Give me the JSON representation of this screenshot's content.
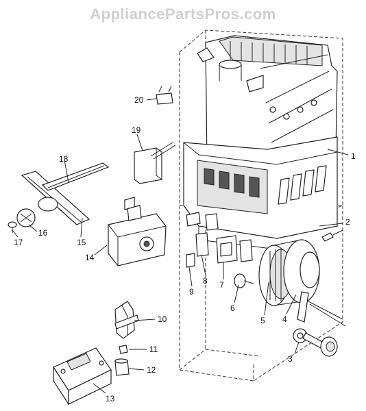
{
  "watermark": "AppliancePartsPros.com",
  "callouts": [
    {
      "number": "1"
    },
    {
      "number": "2"
    },
    {
      "number": "3"
    },
    {
      "number": "4"
    },
    {
      "number": "5"
    },
    {
      "number": "6"
    },
    {
      "number": "7"
    },
    {
      "number": "8"
    },
    {
      "number": "9"
    },
    {
      "number": "10"
    },
    {
      "number": "11"
    },
    {
      "number": "12"
    },
    {
      "number": "13"
    },
    {
      "number": "14"
    },
    {
      "number": "15"
    },
    {
      "number": "16"
    },
    {
      "number": "17"
    },
    {
      "number": "18"
    },
    {
      "number": "19"
    },
    {
      "number": "20"
    }
  ]
}
